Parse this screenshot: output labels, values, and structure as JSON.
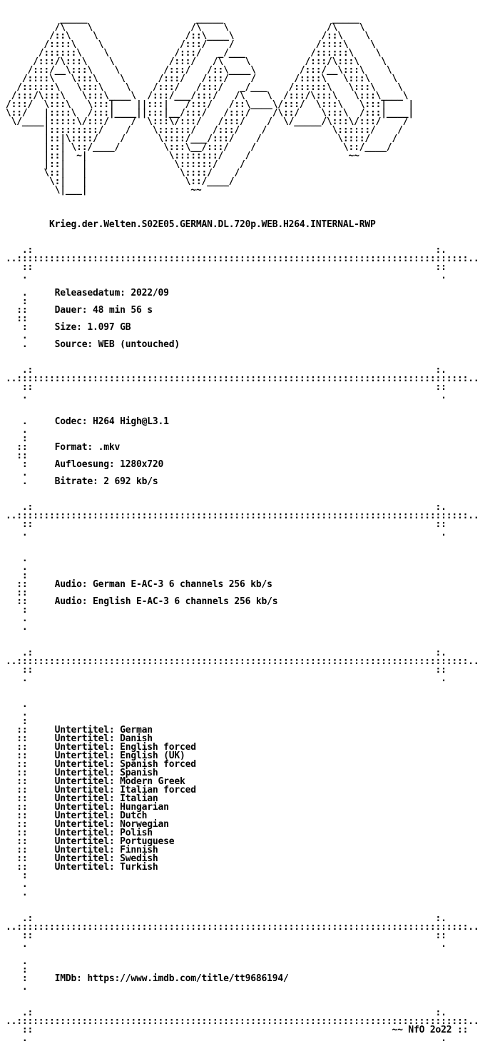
{
  "nfo": {
    "lines": [
      "          _____                    _____                    _____",
      "         /\\    \\                  /\\    \\                  /\\    \\",
      "        /::\\    \\                /::\\____\\                /::\\    \\",
      "       /::::\\    \\              /:::/    /               /::::\\    \\",
      "      /::::::\\    \\            /:::/   _/___            /::::::\\    \\",
      "     /:::/\\:::\\    \\          /:::/   /\\    \\          /:::/\\:::\\    \\",
      "    /:::/__\\:::\\    \\        /:::/   /::\\____\\        /:::/__\\:::\\    \\",
      "   /::::\\   \\:::\\    \\      /:::/   /:::/    /       /::::\\   \\:::\\    \\",
      "  /::::::\\   \\:::\\    \\    /:::/   /:::/   _/___    /::::::\\   \\:::\\    \\",
      " /:::/\\:::\\   \\:::\\____\\  /:::/___/:::/   /\\    \\  /:::/\\:::\\   \\:::\\____\\",
      "/:::/  \\:::\\   \\:::|    ||:::|   /:::/   /::\\____\\/:::/  \\:::\\   \\:::|    |",
      "\\::/   |::::\\  /:::|____||:::|__/:::/   /:::/    /\\::/    \\:::\\  /:::|____|",
      " \\/____|:::::\\/:::/    /  \\:::\\/:::/   /:::/    /  \\/_____/\\:::\\/:::/    /",
      "       |:::::::::/    /    \\::::::/   /:::/    /            \\::::::/    /",
      "       |::|\\::::/    /      \\::::/___/:::/    /              \\::::/    /",
      "       |::| \\::/____/        \\:::\\__/:::/    /                \\::/____/",
      "       |::|  ~|               \\::::::::/    /                  ~~",
      "       |::|   |                \\::::::/    /",
      "       \\::|   |                 \\::::/    /",
      "        \\:|   |                  \\::/____/",
      "         \\|___|                   ~~",
      "",
      "",
      "",
      "        Krieg.der.Welten.S02E05.GERMAN.DL.720p.WEB.H264.INTERNAL-RWP",
      "",
      "",
      "   .:                                                                          :.",
      "..:::::::::::::::::::::::::::::::::::::::::::::::::::::::::::::::::::::::::::::::::::..",
      "   ::                                                                          ::",
      "   .                                                                            .",
      "",
      "   .     Releasedatum: 2022/09",
      "   :",
      "  ::     Dauer: 48 min 56 s",
      "  ::",
      "   :     Size: 1.097 GB",
      "   .",
      "   .     Source: WEB (untouched)",
      "",
      "",
      "   .:                                                                          :.",
      "..:::::::::::::::::::::::::::::::::::::::::::::::::::::::::::::::::::::::::::::::::::..",
      "   ::                                                                          ::",
      "   .                                                                            .",
      "",
      "",
      "   .     Codec: H264 High@L3.1",
      "   .",
      "   :",
      "  ::     Format: .mkv",
      "  ::",
      "   :     Aufloesung: 1280x720",
      "   .",
      "   .     Bitrate: 2 692 kb/s",
      "",
      "",
      "   .:                                                                          :.",
      "..:::::::::::::::::::::::::::::::::::::::::::::::::::::::::::::::::::::::::::::::::::..",
      "   ::                                                                          ::",
      "   .                                                                            .",
      "",
      "",
      "   .",
      "   .",
      "   :",
      "  ::     Audio: German E-AC-3 6 channels 256 kb/s",
      "  ::",
      "  ::     Audio: English E-AC-3 6 channels 256 kb/s",
      "   :",
      "   .",
      "   .",
      "",
      "",
      "   .:                                                                          :.",
      "..:::::::::::::::::::::::::::::::::::::::::::::::::::::::::::::::::::::::::::::::::::..",
      "   ::                                                                          ::",
      "   .                                                                            .",
      "",
      "",
      "   .",
      "   .",
      "   :",
      "  ::     Untertitel: German",
      "  ::     Untertitel: Danish",
      "  ::     Untertitel: English forced",
      "  ::     Untertitel: English (UK)",
      "  ::     Untertitel: Spanish forced",
      "  ::     Untertitel: Spanish",
      "  ::     Untertitel: Modern Greek",
      "  ::     Untertitel: Italian forced",
      "  ::     Untertitel: Italian",
      "  ::     Untertitel: Hungarian",
      "  ::     Untertitel: Dutch",
      "  ::     Untertitel: Norwegian",
      "  ::     Untertitel: Polish",
      "  ::     Untertitel: Portuguese",
      "  ::     Untertitel: Finnish",
      "  ::     Untertitel: Swedish",
      "  ::     Untertitel: Turkish",
      "   :",
      "   .",
      "   .",
      "",
      "",
      "   .:                                                                          :.",
      "..:::::::::::::::::::::::::::::::::::::::::::::::::::::::::::::::::::::::::::::::::::..",
      "   ::                                                                          ::",
      "   .                                                                            .",
      "",
      "   .",
      "   :",
      "   :     IMDb: https://www.imdb.com/title/tt9686194/",
      "   .",
      "",
      "",
      "   .:                                                                          :.",
      "..:::::::::::::::::::::::::::::::::::::::::::::::::::::::::::::::::::::::::::::::::::..",
      "   ::                                                                  ~~ NfO 2o22 ::",
      "   .                                                                            ."
    ]
  }
}
